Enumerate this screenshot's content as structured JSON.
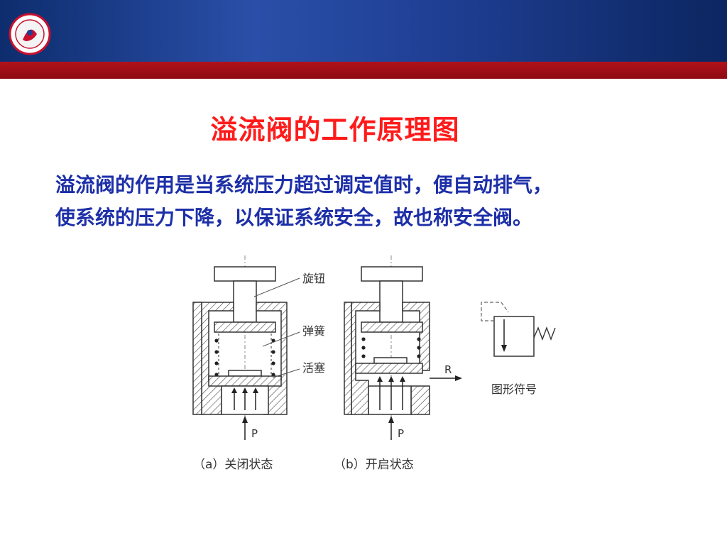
{
  "header": {
    "accent_color": "#1f3f94",
    "stripe_color": "#a00f17",
    "logo_icon": "university-seal-icon"
  },
  "title": "溢流阀的工作原理图",
  "description": {
    "line1": "溢流阀的作用是当系统压力超过调定值时，便自动排气，",
    "line2": "使系统的压力下降，以保证系统安全，故也称安全阀。"
  },
  "diagram": {
    "labels": {
      "knob": "旋钮",
      "spring": "弹簧",
      "piston": "活塞",
      "symbol": "图形符号",
      "outlet": "R",
      "inlet_a": "P",
      "inlet_b": "P"
    },
    "captions": {
      "closed": "（a）关闭状态",
      "open": "（b）开启状态"
    }
  }
}
